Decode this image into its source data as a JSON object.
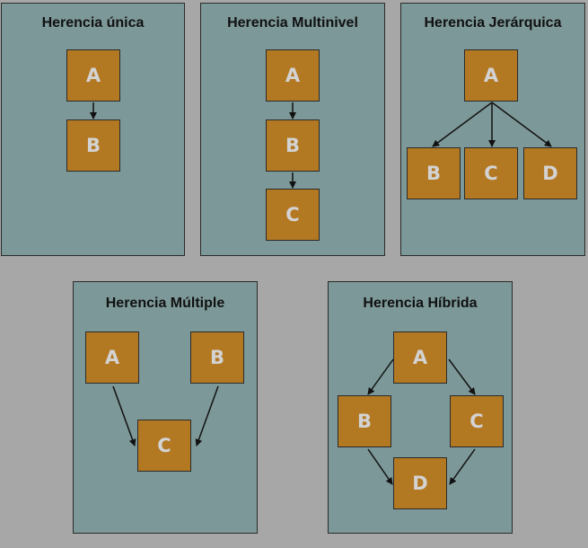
{
  "panels": {
    "single": {
      "title": "Herencia única",
      "nodes": [
        "A",
        "B"
      ]
    },
    "multilevel": {
      "title": "Herencia Multinivel",
      "nodes": [
        "A",
        "B",
        "C"
      ]
    },
    "hierarchical": {
      "title": "Herencia Jerárquica",
      "nodes": [
        "A",
        "B",
        "C",
        "D"
      ]
    },
    "multiple": {
      "title": "Herencia Múltiple",
      "nodes": [
        "A",
        "B",
        "C"
      ]
    },
    "hybrid": {
      "title": "Herencia Híbrida",
      "nodes": [
        "A",
        "B",
        "C",
        "D"
      ]
    }
  },
  "colors": {
    "background": "#a7a7a7",
    "panel": "#7d9898",
    "node": "#b37822",
    "node_text": "#d3d3d3",
    "arrow": "#111111"
  }
}
